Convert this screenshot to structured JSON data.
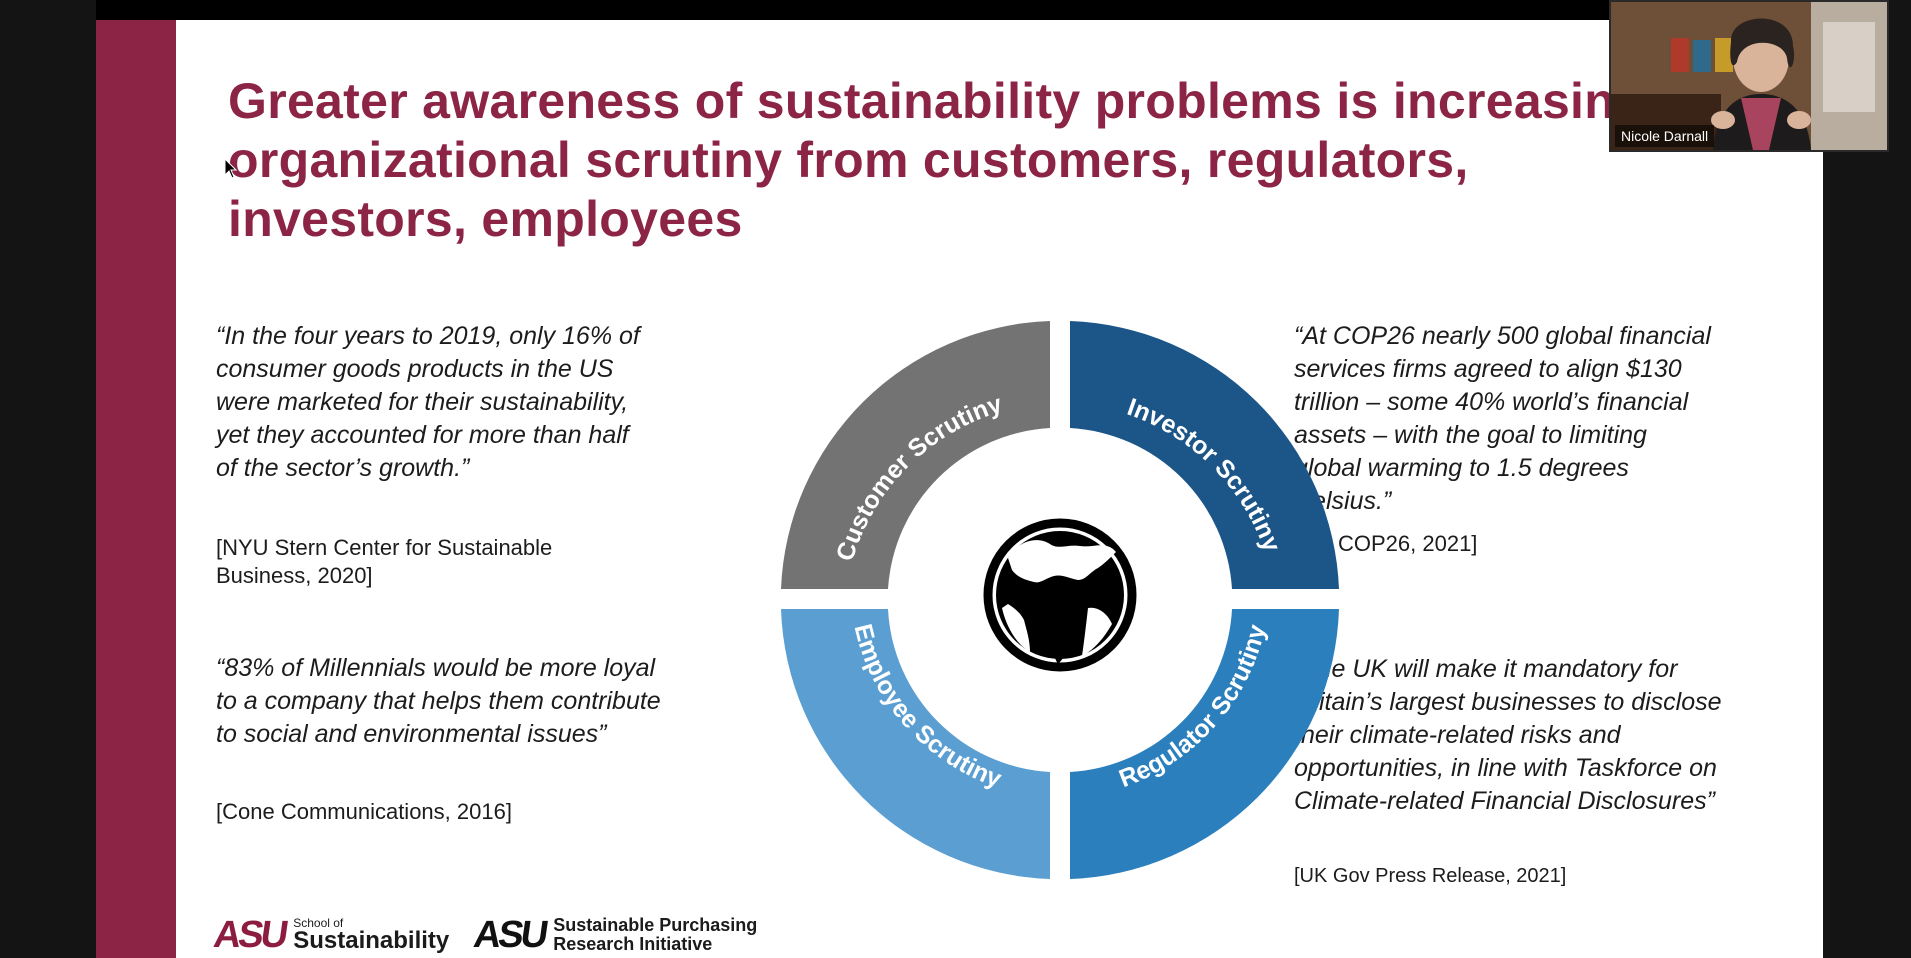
{
  "slide": {
    "title": "Greater awareness of sustainability problems is increasing organizational scrutiny from customers, regulators, investors, employees",
    "quotes": [
      {
        "text": "“In the four years to 2019, only 16% of consumer goods products in the US were marketed for their sustainability, yet they accounted for more than half of the sector’s growth.”",
        "source": "[NYU Stern Center for Sustainable Business, 2020]"
      },
      {
        "text": "“83% of Millennials would be more loyal to a company that helps them contribute to social and environmental issues”",
        "source": "[Cone Communications, 2016]"
      },
      {
        "text": "“At COP26 nearly 500 global financial services firms agreed to align $130 trillion – some 40% world’s financial assets – with the goal to limiting global warming to 1.5 degrees Celsius.”",
        "source": "[UN COP26, 2021]"
      },
      {
        "text": "“The UK will make it mandatory for Britain’s largest businesses to disclose their climate-related risks and opportunities, in line with Taskforce on Climate-related Financial Disclosures”",
        "source": "[UK Gov Press Release, 2021]"
      }
    ],
    "diagram": {
      "segments": [
        {
          "label": "Customer Scrutiny",
          "color": "#737373"
        },
        {
          "label": "Investor Scrutiny",
          "color": "#1c5588"
        },
        {
          "label": "Employee Scrutiny",
          "color": "#5b9fd2"
        },
        {
          "label": "Regulator Scrutiny",
          "color": "#2b7fbd"
        }
      ],
      "center_icon": "globe-icon"
    },
    "logos": {
      "asu_mark": "ASU",
      "school_small": "School of",
      "school_big": "Sustainability",
      "spri_line1": "Sustainable Purchasing",
      "spri_line2": "Research Initiative"
    }
  },
  "video": {
    "participant_name": "Nicole Darnall"
  },
  "colors": {
    "accent": "#8c2545",
    "asu_maroon": "#8c1d40",
    "background": "#141414"
  }
}
